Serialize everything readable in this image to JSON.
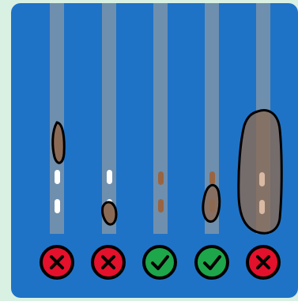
{
  "colors": {
    "background": "#d9f1e3",
    "panel": "#1f73c6",
    "channel": "#6f8fae",
    "white_marker": "#ffffff",
    "brown_marker": "#9a6440",
    "sample": "#8b6a55",
    "cross_badge": "#e3112b",
    "check_badge": "#1ea64a"
  },
  "lanes": [
    {
      "id": 1,
      "outcome": "incorrect",
      "icon": "cross-icon",
      "markers": "white",
      "sample": "small-thin"
    },
    {
      "id": 2,
      "outcome": "incorrect",
      "icon": "cross-icon",
      "markers": "white",
      "sample": "small-round"
    },
    {
      "id": 3,
      "outcome": "correct",
      "icon": "check-icon",
      "markers": "brown",
      "sample": "none"
    },
    {
      "id": 4,
      "outcome": "correct",
      "icon": "check-icon",
      "markers": "brown",
      "sample": "medium-covering"
    },
    {
      "id": 5,
      "outcome": "incorrect",
      "icon": "cross-icon",
      "markers": "faint",
      "sample": "large-overflow"
    }
  ]
}
